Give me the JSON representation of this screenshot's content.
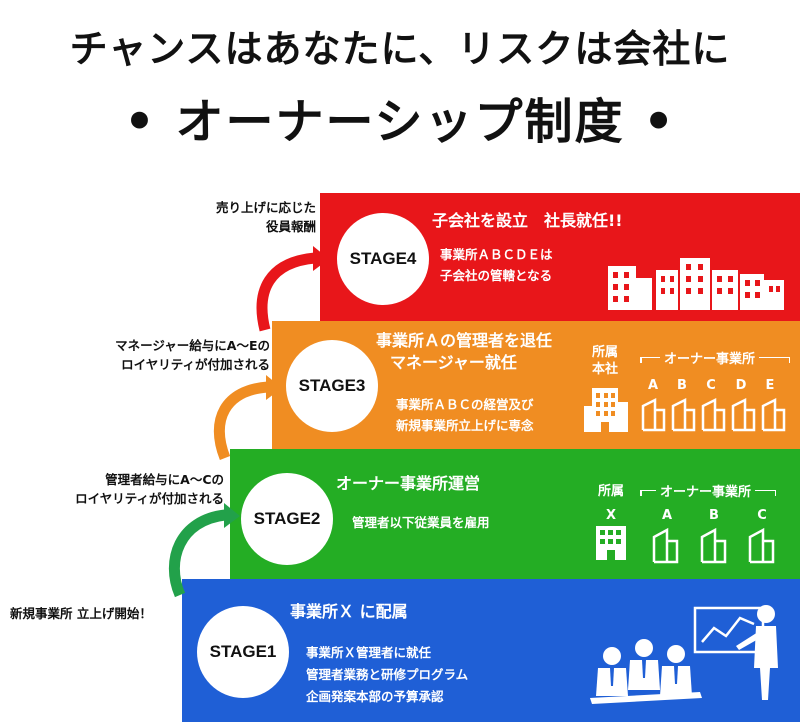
{
  "title": {
    "line1": "チャンスはあなたに、リスクは会社に",
    "line2": "• オーナーシップ制度 •"
  },
  "stage4": {
    "label": "STAGE4",
    "heading": "子会社を設立　社長就任!!",
    "desc1": "事業所ＡＢＣＤＥは",
    "desc2": "子会社の管轄となる",
    "side1": "売り上げに応じた",
    "side2": "役員報酬"
  },
  "stage3": {
    "label": "STAGE3",
    "heading1": "事業所Ａの管理者を退任",
    "heading2": "マネージャー就任",
    "desc1": "事業所ＡＢＣの経営及び",
    "desc2": "新規事業所立上げに専念",
    "side1": "マネージャー給与にA〜Eの",
    "side2": "ロイヤリティが付加される",
    "affiliation1": "所属",
    "affiliation2": "本社",
    "owner_label": "オーナー事業所",
    "offices": [
      "A",
      "B",
      "C",
      "D",
      "E"
    ]
  },
  "stage2": {
    "label": "STAGE2",
    "heading": "オーナー事業所運営",
    "desc": "管理者以下従業員を雇用",
    "side1": "管理者給与にA〜Cの",
    "side2": "ロイヤリティが付加される",
    "affiliation": "所属",
    "affiliation_office": "X",
    "owner_label": "オーナー事業所",
    "offices": [
      "A",
      "B",
      "C"
    ]
  },
  "stage1": {
    "label": "STAGE1",
    "heading": "事業所Ｘ に配属",
    "desc1": "事業所Ｘ管理者に就任",
    "desc2": "管理者業務と研修プログラム",
    "desc3": "企画発案本部の予算承認",
    "side": "新規事業所 立上げ開始！"
  },
  "colors": {
    "stage4": "#e8161a",
    "stage3": "#f08d22",
    "stage2": "#24ad24",
    "stage1": "#1f5fd6"
  }
}
